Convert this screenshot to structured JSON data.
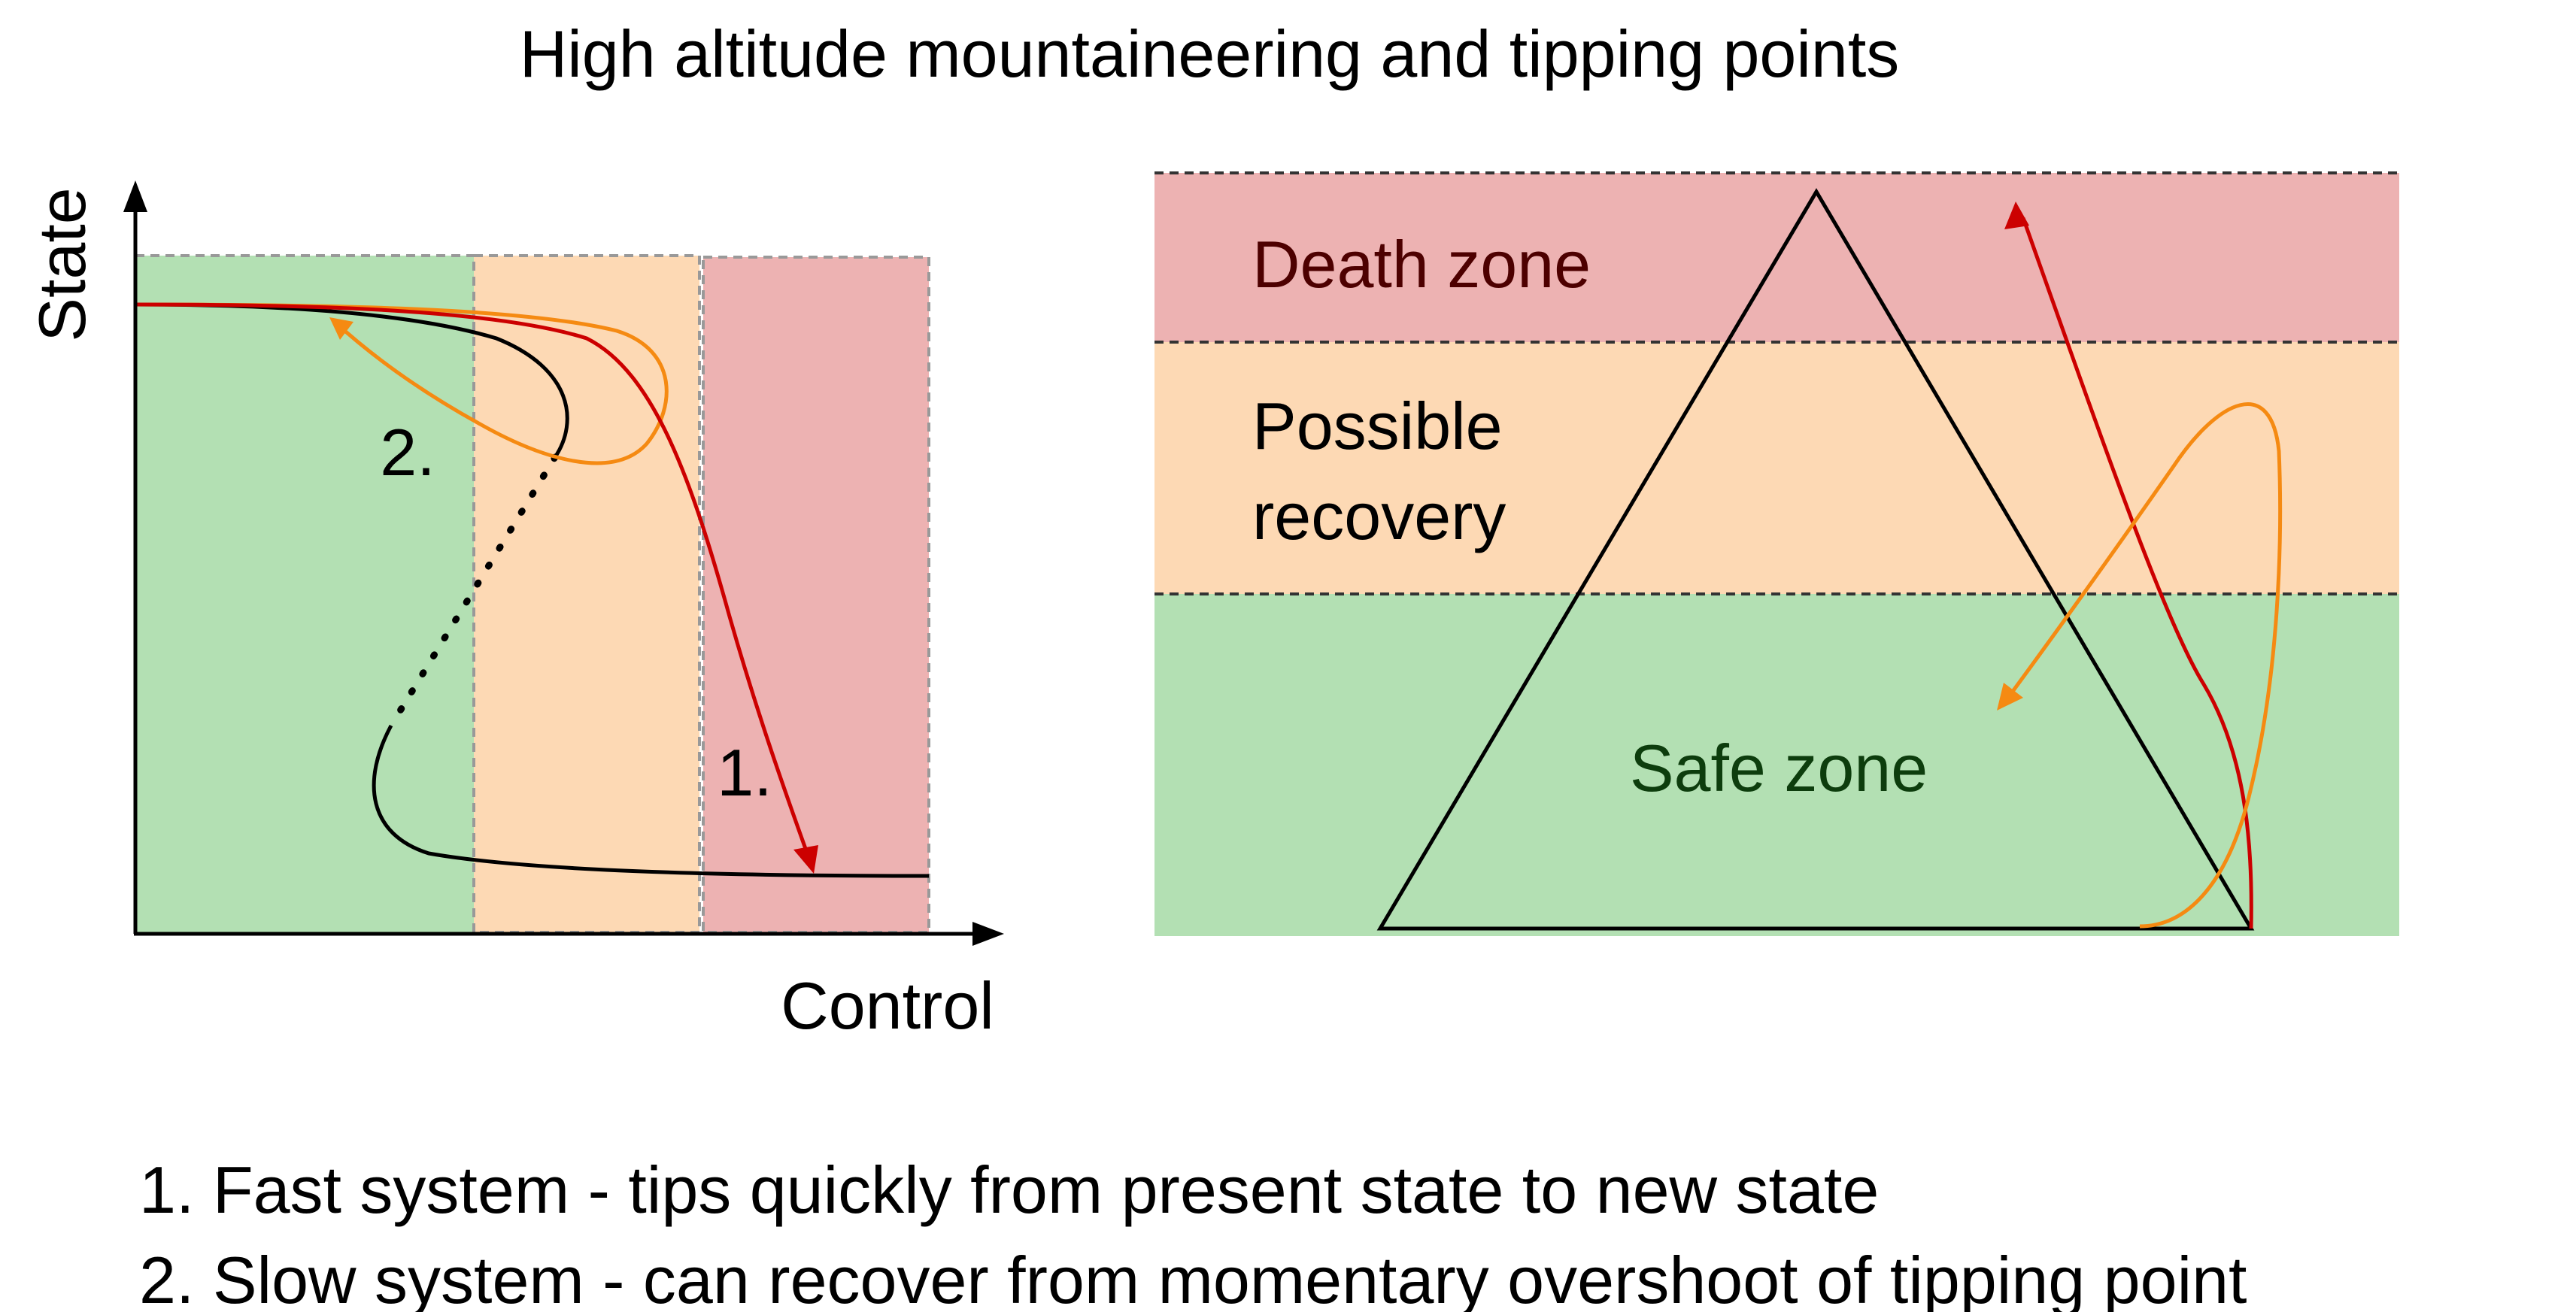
{
  "title": "High altitude mountaineering and tipping points",
  "left_panel": {
    "y_axis_label": "State",
    "x_axis_label": "Control",
    "path_label_fast": "1.",
    "path_label_slow": "2."
  },
  "right_panel": {
    "zones": {
      "death": "Death zone",
      "recovery_line1": "Possible",
      "recovery_line2": "recovery",
      "safe": "Safe zone"
    }
  },
  "legend": {
    "item1": "1. Fast system - tips quickly from present state to new state",
    "item2": "2. Slow system - can recover from momentary overshoot of tipping point"
  },
  "colors": {
    "safe_fill": "#b3e0b3",
    "recovery_fill": "#fdd9b4",
    "danger_fill": "#edb2b2",
    "fast_path": "#cc0000",
    "slow_path": "#f58a12",
    "equilibrium_curve": "#000000",
    "death_label": "#4d0000",
    "safe_label": "#0d3d0d"
  }
}
